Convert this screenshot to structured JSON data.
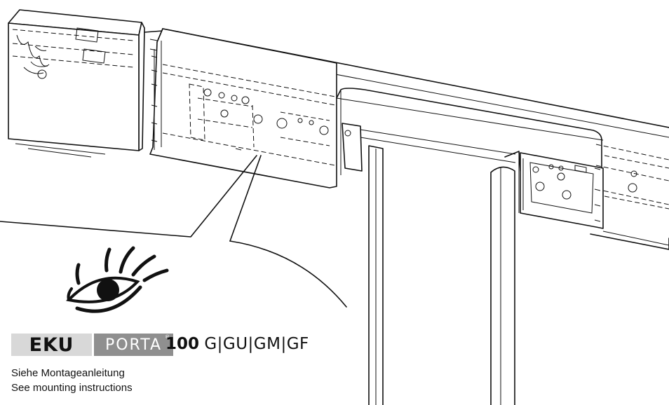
{
  "brand": {
    "primary": "EKU",
    "secondary": "PORTA",
    "registered_mark": "®",
    "primary_bg": "#d8d8d8",
    "secondary_bg": "#8f8f8f"
  },
  "product": {
    "model_number": "100",
    "variants": "G|GU|GM|GF"
  },
  "instructions": {
    "german": "Siehe Montageanleitung",
    "english": "See mounting instructions"
  },
  "icons": {
    "eye": "eye-icon"
  }
}
